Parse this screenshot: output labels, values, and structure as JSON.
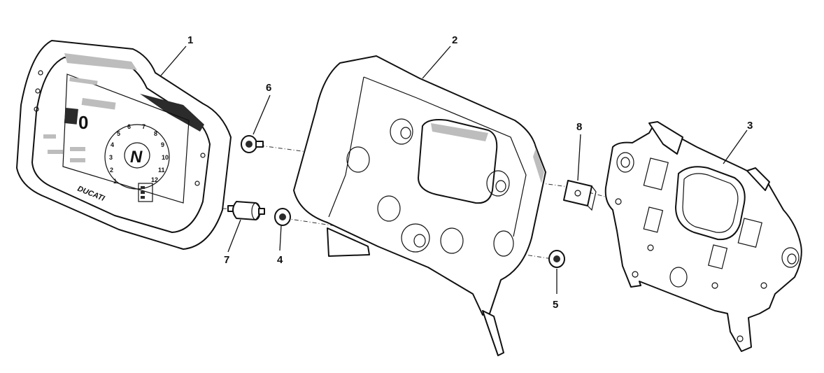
{
  "diagram": {
    "callouts": {
      "p1": "1",
      "p2": "2",
      "p3": "3",
      "p4": "4",
      "p5": "5",
      "p6": "6",
      "p7": "7",
      "p8": "8"
    },
    "dashboard": {
      "gear": "N",
      "speed": "0",
      "brand": "DUCATI",
      "dial_numbers": [
        "1",
        "2",
        "3",
        "4",
        "5",
        "6",
        "7",
        "8",
        "9",
        "10",
        "11",
        "12"
      ]
    }
  }
}
